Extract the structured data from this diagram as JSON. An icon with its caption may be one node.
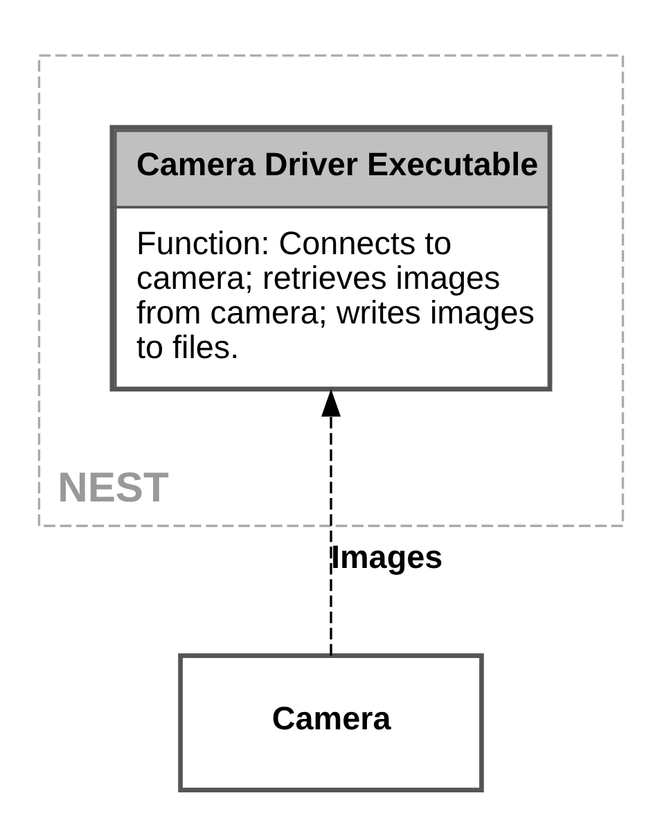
{
  "diagram": {
    "nodes": [
      {
        "text": [
          "NEST"
        ]
      },
      {
        "text": [
          "Camera Driver Executable",
          "Function: Connects to camera; retrieves images from camera; writes images to files."
        ],
        "in": 0
      },
      {
        "text": [
          "Camera"
        ]
      }
    ],
    "edges": [
      {
        "from": 2,
        "to": 1,
        "arrow": "to",
        "label": "Images",
        "style": "dashed"
      }
    ]
  }
}
